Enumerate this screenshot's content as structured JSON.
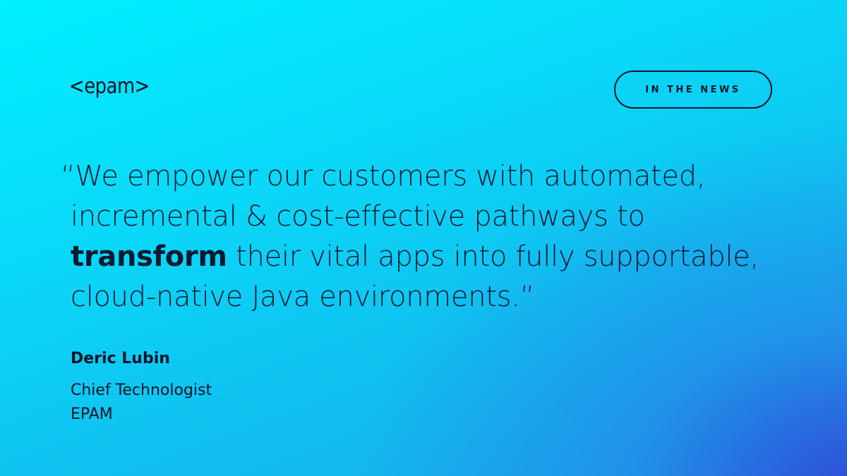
{
  "brand": {
    "logo_text": "<epam>"
  },
  "badge": {
    "label": "IN THE NEWS"
  },
  "quote": {
    "line1": "“We empower our customers with automated,",
    "line2": "incremental & cost-effective pathways to",
    "line3_emphasis": "transform",
    "line3_rest": " their vital apps into fully supportable,",
    "line4": "cloud-native Java environments.”"
  },
  "author": {
    "name": "Deric Lubin",
    "title": "Chief Technologist",
    "company": "EPAM"
  },
  "colors": {
    "background_top": "#00f0ff",
    "background_corner": "#3046d6",
    "text": "#0a1428"
  }
}
